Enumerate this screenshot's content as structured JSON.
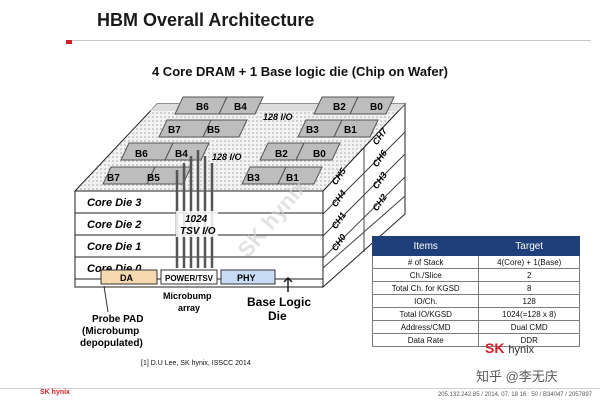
{
  "header": {
    "title": "HBM Overall Architecture"
  },
  "diagram": {
    "subtitle": "4 Core DRAM + 1 Base logic die (Chip on Wafer)",
    "banks": {
      "top_left_row1": [
        "B6",
        "B4"
      ],
      "top_left_row2": [
        "B7",
        "B5"
      ],
      "top_right_row1": [
        "B2",
        "B0"
      ],
      "top_right_row2": [
        "B3",
        "B1"
      ],
      "mid_left_row1": [
        "B6",
        "B4"
      ],
      "mid_left_row2": [
        "B7",
        "B5"
      ],
      "mid_right_row1": [
        "B2",
        "B0"
      ],
      "mid_right_row2": [
        "B3",
        "B1"
      ]
    },
    "io_label": "128 I/O",
    "channels_front": [
      "CH5",
      "CH4",
      "CH1",
      "CH0"
    ],
    "channels_back": [
      "CH7",
      "CH6",
      "CH3",
      "CH2"
    ],
    "core_dies": [
      "Core Die 3",
      "Core Die 2",
      "Core Die 1",
      "Core Die 0"
    ],
    "tsv_label_1": "1024",
    "tsv_label_2": "TSV I/O",
    "base_blocks": {
      "da": "DA",
      "power": "POWER/TSV",
      "phy": "PHY"
    },
    "annotations": {
      "microbump": "Microbump array",
      "base_logic": "Base Logic Die",
      "probe_pad": "Probe PAD (Microbump depopulated)"
    },
    "watermark": "SK hynix"
  },
  "spec_table": {
    "headers": [
      "Items",
      "Target"
    ],
    "rows": [
      [
        "# of Stack",
        "4(Core) + 1(Base)"
      ],
      [
        "Ch./Slice",
        "2"
      ],
      [
        "Total Ch. for KGSD",
        "8"
      ],
      [
        "IO/Ch.",
        "128"
      ],
      [
        "Total IO/KGSD",
        "1024(=128 x 8)"
      ],
      [
        "Address/CMD",
        "Dual CMD"
      ],
      [
        "Data Rate",
        "DDR"
      ]
    ]
  },
  "reference": "[1] D.U Lee, SK hynix, ISSCC 2014",
  "footer": {
    "logo": "SK hynix",
    "id": "205.132.242.85 / 2014. 07. 18  16 : 50 / B34047 / 2057897",
    "watermark": "知乎 @李无庆"
  },
  "brand": {
    "sk": "SK",
    "hynix": "hynix"
  },
  "colors": {
    "accent": "#d32027",
    "table_header": "#1f3f7a",
    "phy": "#c9dcf5",
    "da": "#f6d9ae"
  }
}
